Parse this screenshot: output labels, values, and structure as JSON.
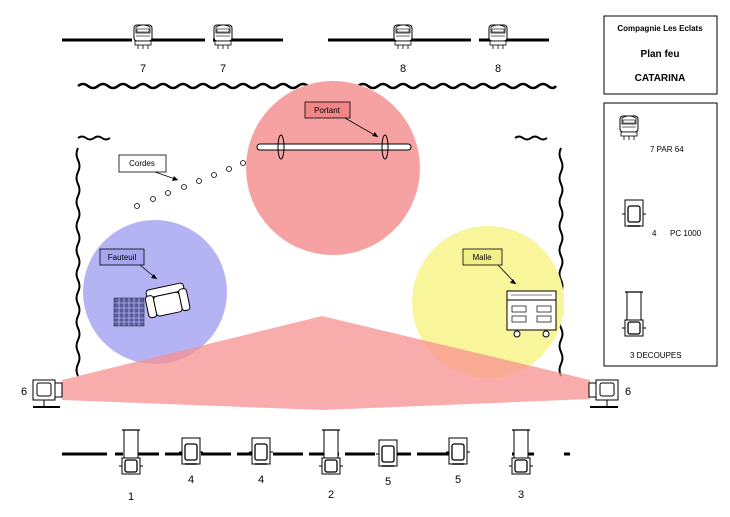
{
  "top_numbers": {
    "a": "7",
    "b": "7",
    "c": "8",
    "d": "8"
  },
  "title": {
    "company": "Compagnie  Les Eclats",
    "plan": "Plan feu",
    "show": "CATARINA"
  },
  "legend": {
    "par64": "7   PAR 64",
    "pc1000_num": "4",
    "pc1000_label": "PC 1000",
    "decoupes": "3  DECOUPES"
  },
  "props": {
    "portant": "Portant",
    "cordes": "Cordes",
    "fauteuil": "Fauteuil",
    "malle": "Malle"
  },
  "side_numbers": {
    "left": "6",
    "right": "6"
  },
  "bottom_numbers": {
    "n1": "1",
    "n2": "4",
    "n3": "4",
    "n4": "2",
    "n5": "5",
    "n6": "5",
    "n7": "3"
  },
  "colors": {
    "red_zone": "#f7a2a2",
    "blue_zone": "#b4b4f5",
    "yellow_zone": "#f9f59a",
    "label_red": "#f28585",
    "label_blue": "#a6a6f0",
    "label_yellow": "#f2ef8a"
  }
}
